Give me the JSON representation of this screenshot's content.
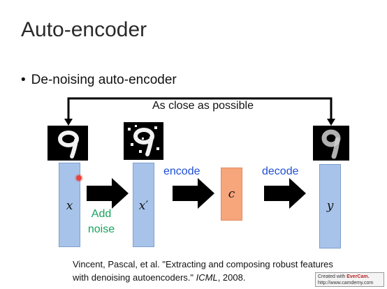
{
  "slide": {
    "title": "Auto-encoder",
    "bullet": "De-noising auto-encoder"
  },
  "diagram": {
    "feedback_label": "As close as possible",
    "nodes": {
      "input": "x",
      "noisy": "x′",
      "code": "c",
      "output": "y"
    },
    "steps": {
      "noise_line1": "Add",
      "noise_line2": "noise",
      "encode": "encode",
      "decode": "decode"
    },
    "images": {
      "input_digit": "9",
      "noisy_digit": "9",
      "output_digit": "9"
    },
    "colors": {
      "input_bar": "#a7c3ea",
      "code_bar": "#f7a57b",
      "step_text": "#1f4fd6",
      "noise_text": "#17a35c"
    }
  },
  "citation": {
    "line1": "Vincent, Pascal, et al. \"Extracting and composing robust features",
    "line2_prefix": "with denoising autoencoders.\" ",
    "journal": "ICML",
    "year": ", 2008."
  },
  "watermark": {
    "prefix": "Created with ",
    "brand": "EverCam.",
    "url": "http://www.camdemy.com"
  }
}
